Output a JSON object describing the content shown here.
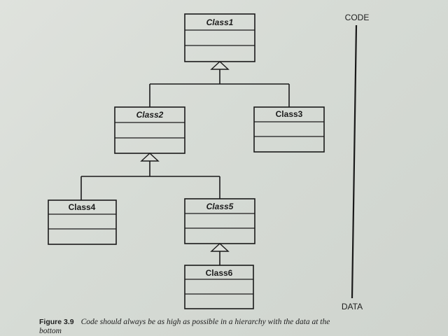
{
  "classes": {
    "class1": "Class1",
    "class2": "Class2",
    "class3": "Class3",
    "class4": "Class4",
    "class5": "Class5",
    "class6": "Class6"
  },
  "axis": {
    "top_label": "CODE",
    "bottom_label": "DATA"
  },
  "figure": {
    "number": "Figure 3.9",
    "caption": "Code should always be as high as possible in a hierarchy with the data at the bottom"
  }
}
